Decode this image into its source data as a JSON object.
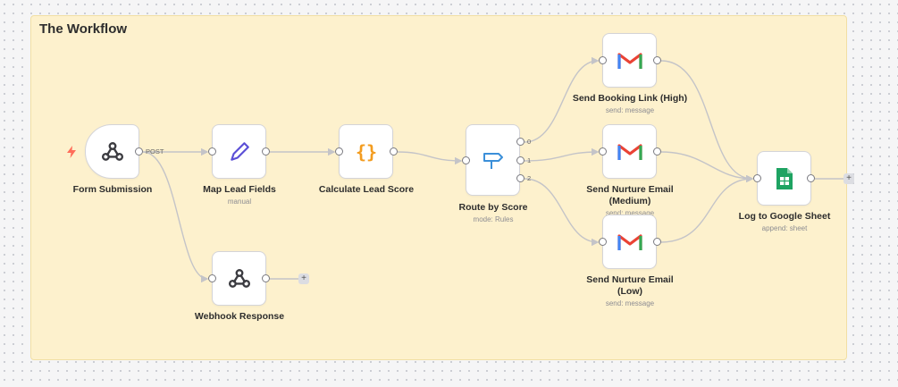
{
  "sticky": {
    "title": "The Workflow"
  },
  "nodes": {
    "form_submission": {
      "label": "Form Submission",
      "output_label": "POST"
    },
    "map_lead_fields": {
      "label": "Map Lead Fields",
      "sub": "manual"
    },
    "calculate_lead_score": {
      "label": "Calculate Lead Score"
    },
    "webhook_response": {
      "label": "Webhook Response"
    },
    "route_by_score": {
      "label": "Route by Score",
      "sub": "mode: Rules",
      "outputs": [
        "0",
        "1",
        "2"
      ]
    },
    "send_booking_link": {
      "label": "Send Booking Link (High)",
      "sub": "send: message"
    },
    "send_nurture_medium": {
      "label": "Send Nurture Email (Medium)",
      "sub": "send: message"
    },
    "send_nurture_low": {
      "label": "Send Nurture Email (Low)",
      "sub": "send: message"
    },
    "log_google_sheet": {
      "label": "Log to Google Sheet",
      "sub": "append: sheet"
    }
  },
  "add_button_label": "+",
  "colors": {
    "sticky_bg": "#fdf1cd",
    "edge": "#c4c4c8",
    "webhook_icon": "#3b3b40",
    "pen_icon": "#5b4fd6",
    "code_icon": "#f39c1f",
    "switch_icon": "#3b8fd9",
    "gmail_red": "#ea4335",
    "sheets_green": "#1ea362",
    "trigger_bolt": "#ff6d5a"
  }
}
